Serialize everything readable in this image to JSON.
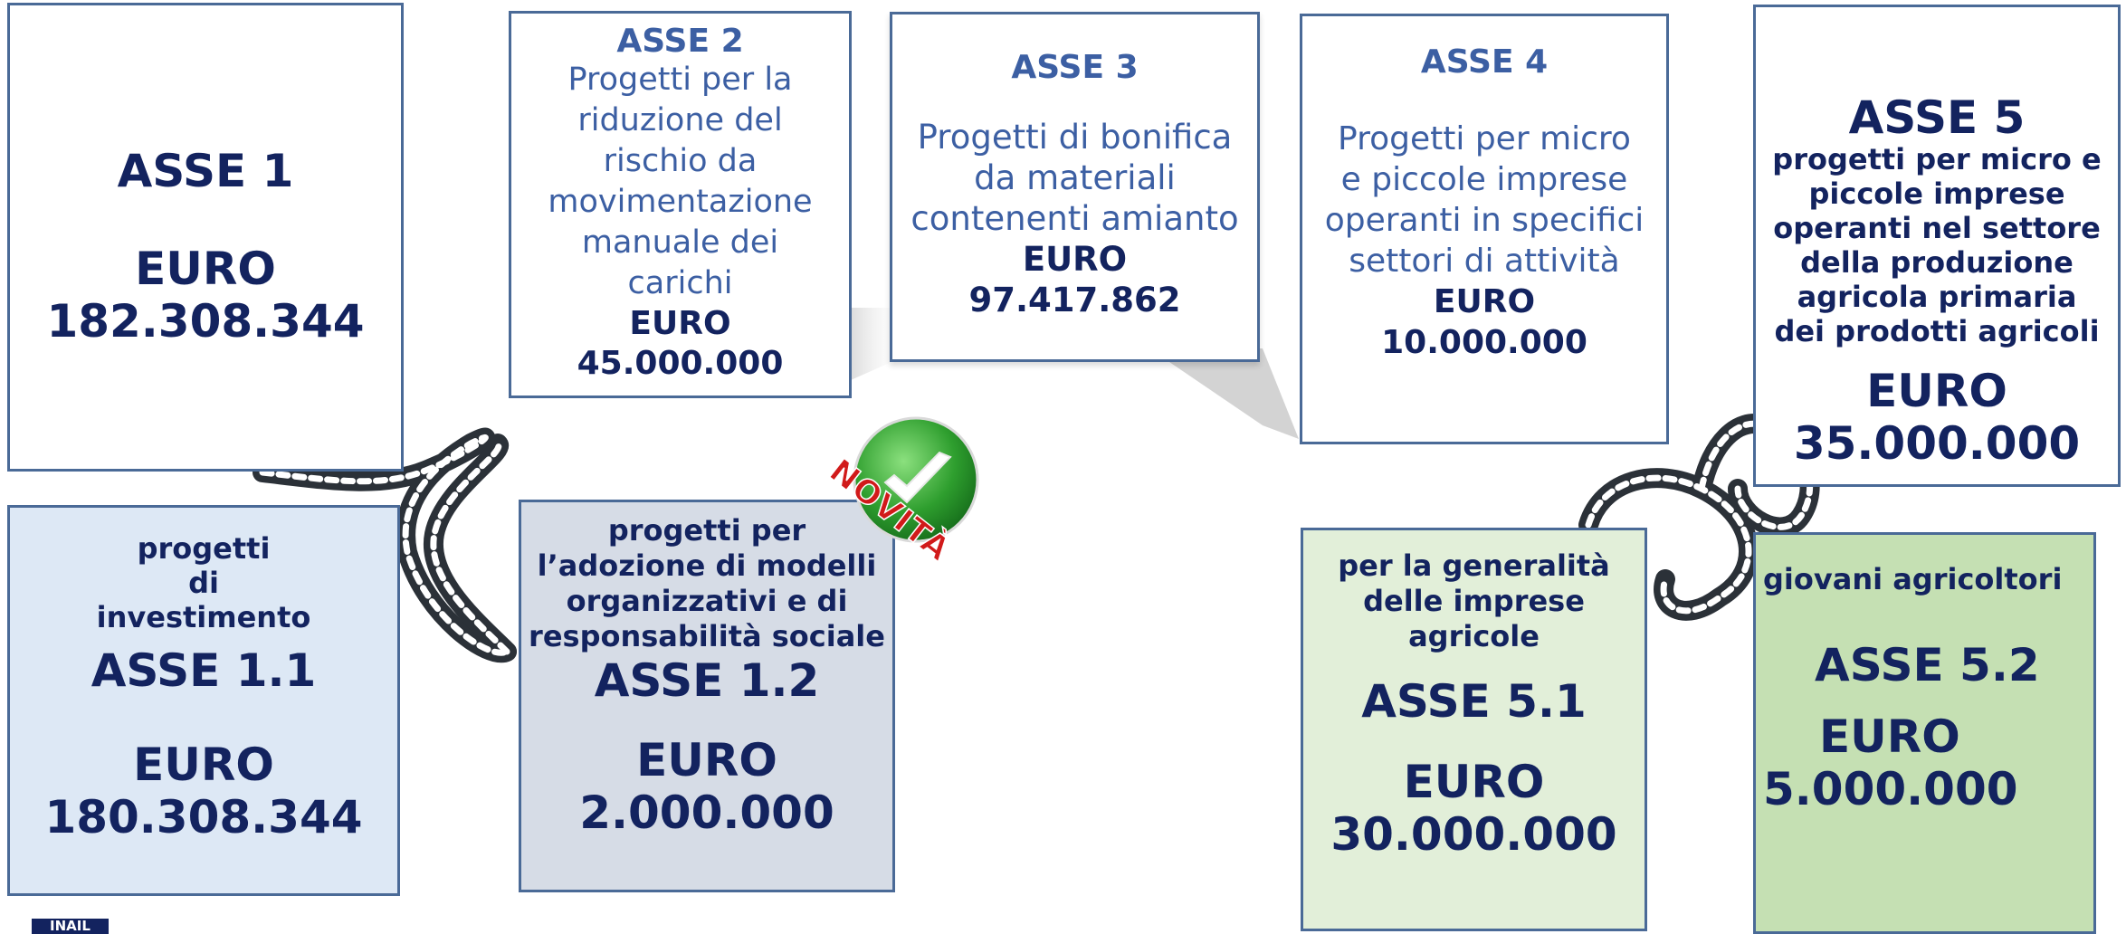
{
  "asse1": {
    "title": "ASSE 1",
    "euro": "EURO",
    "amount": "182.308.344"
  },
  "asse2": {
    "title": "ASSE 2",
    "desc": [
      "Progetti per la",
      "riduzione del",
      "rischio da",
      "movimentazione",
      "manuale dei",
      "carichi"
    ],
    "euro": "EURO",
    "amount": "45.000.000"
  },
  "asse3": {
    "title": "ASSE 3",
    "desc": [
      "Progetti di bonifica",
      "da materiali",
      "contenenti amianto"
    ],
    "euro": "EURO",
    "amount": "97.417.862"
  },
  "asse4": {
    "title": "ASSE 4",
    "desc": [
      "Progetti per micro",
      "e piccole imprese",
      "operanti in specifici",
      "settori di attività"
    ],
    "euro": "EURO",
    "amount": "10.000.000"
  },
  "asse5": {
    "title": "ASSE 5",
    "desc": [
      "progetti per micro e",
      "piccole imprese",
      "operanti nel settore",
      "della produzione",
      "agricola primaria",
      "dei prodotti agricoli"
    ],
    "euro": "EURO",
    "amount": "35.000.000"
  },
  "asse11": {
    "desc": [
      "progetti",
      "di",
      "investimento"
    ],
    "title": "ASSE 1.1",
    "euro": "EURO",
    "amount": "180.308.344",
    "color": "#dde8f5"
  },
  "asse12": {
    "desc": [
      "progetti per",
      "l’adozione di modelli",
      "organizzativi e di",
      "responsabilità sociale"
    ],
    "title": "ASSE 1.2",
    "euro": "EURO",
    "amount": "2.000.000",
    "color": "#d6dce6"
  },
  "asse51": {
    "desc": [
      "per la generalità",
      "delle imprese",
      "agricole"
    ],
    "title": "ASSE 5.1",
    "euro": "EURO",
    "amount": "30.000.000",
    "color": "#e2efd9"
  },
  "asse52": {
    "desc": [
      "giovani agricoltori"
    ],
    "title": "ASSE 5.2",
    "euro": "EURO",
    "amount": "5.000.000",
    "color": "#c5e0b3"
  },
  "badge": {
    "label": "NOVITÀ",
    "icon": "checkmark-icon",
    "color": "#2e9e2e",
    "text_color": "#d11a1a"
  },
  "logo": {
    "label": "INAIL"
  },
  "colors": {
    "navy": "#13235f",
    "light_blue_text": "#3c5fa3",
    "border": "#4a6a97",
    "rope": "#2b3138"
  }
}
